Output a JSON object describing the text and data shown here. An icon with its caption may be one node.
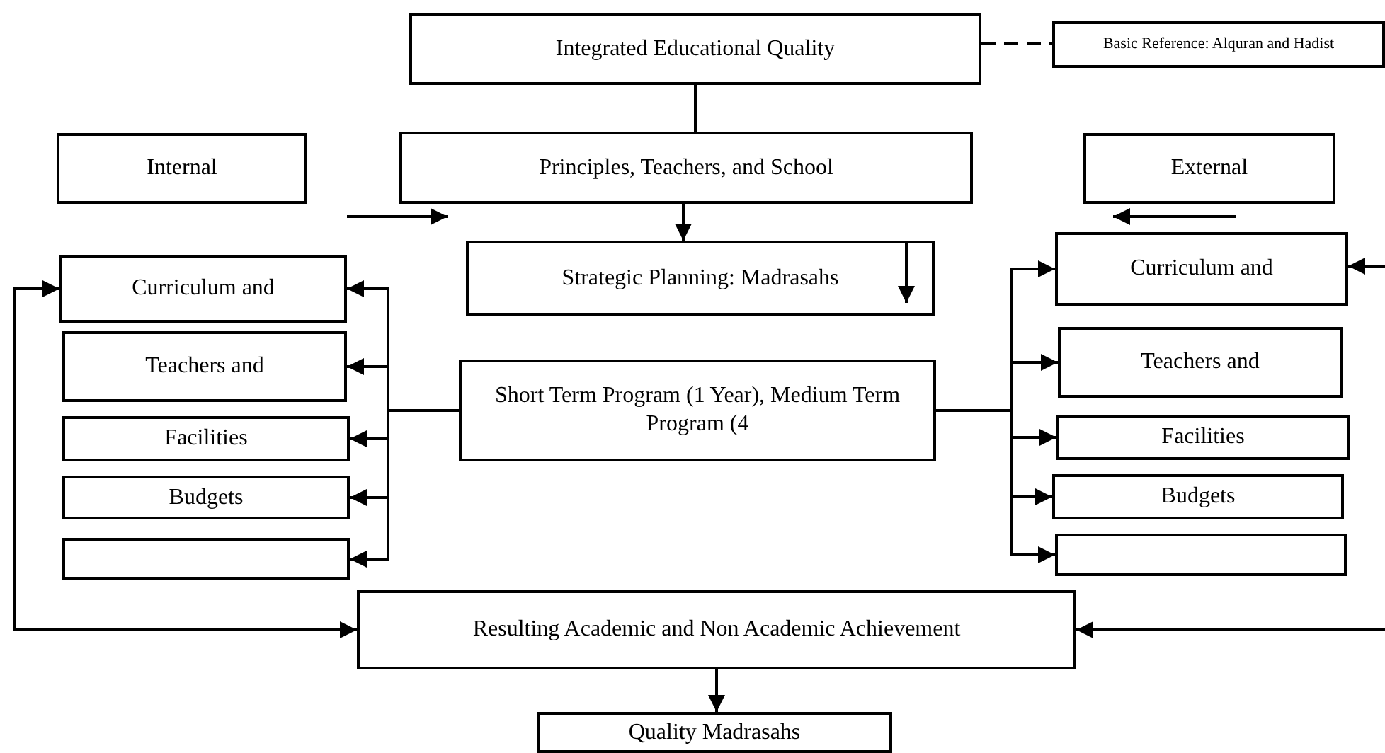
{
  "diagram": {
    "nodes": [
      {
        "text": [
          "Integrated Educational Quality"
        ]
      },
      {
        "text": [
          "Basic Reference: Alquran and Hadist"
        ]
      },
      {
        "text": [
          "Internal"
        ]
      },
      {
        "text": [
          "Principles, Teachers, and School"
        ]
      },
      {
        "text": [
          "External"
        ]
      },
      {
        "text": [
          "Strategic Planning: Madrasahs"
        ]
      },
      {
        "text": [
          "Curriculum and"
        ]
      },
      {
        "text": [
          "Curriculum and"
        ]
      },
      {
        "text": [
          "Teachers and"
        ]
      },
      {
        "text": [
          "Short Term Program (1 Year), Medium Term Program (4"
        ]
      },
      {
        "text": [
          "Teachers and"
        ]
      },
      {
        "text": [
          "Facilities"
        ]
      },
      {
        "text": [
          "Facilities"
        ]
      },
      {
        "text": [
          "Budgets"
        ]
      },
      {
        "text": [
          "Budgets"
        ]
      },
      {
        "text": [],
        "shape": "box"
      },
      {
        "text": [],
        "shape": "box"
      },
      {
        "text": [
          "Resulting Academic and Non Academic Achievement"
        ]
      },
      {
        "text": [
          "Quality Madrasahs"
        ]
      }
    ],
    "edges": [
      {
        "from": 0,
        "to": 1,
        "arrow": "none",
        "style": "dashed"
      },
      {
        "from": 0,
        "to": 3,
        "arrow": "none"
      },
      {
        "from": 3,
        "to": 5,
        "arrow": "to"
      },
      {
        "from": 9,
        "to": 6,
        "arrow": "to"
      },
      {
        "from": 9,
        "to": 8,
        "arrow": "to"
      },
      {
        "from": 9,
        "to": 11,
        "arrow": "to"
      },
      {
        "from": 9,
        "to": 13,
        "arrow": "to"
      },
      {
        "from": 9,
        "to": 15,
        "arrow": "to"
      },
      {
        "from": 9,
        "to": 7,
        "arrow": "to"
      },
      {
        "from": 9,
        "to": 10,
        "arrow": "to"
      },
      {
        "from": 9,
        "to": 12,
        "arrow": "to"
      },
      {
        "from": 9,
        "to": 14,
        "arrow": "to"
      },
      {
        "from": 9,
        "to": 16,
        "arrow": "to"
      },
      {
        "from": 6,
        "to": 17,
        "arrow": "both"
      },
      {
        "from": null,
        "to": 17,
        "arrow": "to"
      },
      {
        "from": null,
        "to": 7,
        "arrow": "to"
      },
      {
        "from": 17,
        "to": 18,
        "arrow": "to"
      }
    ]
  }
}
